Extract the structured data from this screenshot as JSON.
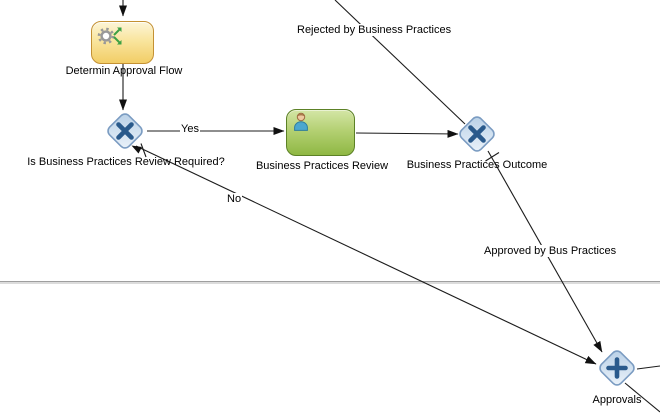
{
  "diagram": {
    "nodes": {
      "determine_approval_flow": {
        "label": "Determin Approval Flow",
        "type": "business-rule-task"
      },
      "is_review_required": {
        "label": "Is Business Practices Review Required?",
        "type": "exclusive-gateway"
      },
      "business_practices_review": {
        "label": "Business Practices Review",
        "type": "user-task"
      },
      "business_practices_outcome": {
        "label": "Business Practices Outcome",
        "type": "exclusive-gateway"
      },
      "approvals": {
        "label": "Approvals",
        "type": "parallel-gateway"
      }
    },
    "flows": {
      "into_determine": {
        "from": "offscreen-top",
        "to": "determine_approval_flow"
      },
      "determine_to_gateway": {
        "from": "determine_approval_flow",
        "to": "is_review_required"
      },
      "yes": {
        "label": "Yes",
        "from": "is_review_required",
        "to": "business_practices_review"
      },
      "no": {
        "label": "No",
        "from": "is_review_required",
        "to": "approvals",
        "default_flow": true
      },
      "review_to_outcome": {
        "from": "business_practices_review",
        "to": "business_practices_outcome"
      },
      "rejected": {
        "label": "Rejected by Business Practices",
        "from": "business_practices_outcome",
        "to": "offscreen-top"
      },
      "approved": {
        "label": "Approved by Bus Practices",
        "from": "business_practices_outcome",
        "to": "approvals",
        "default_flow": true
      },
      "approvals_out_right": {
        "from": "approvals",
        "to": "offscreen-right"
      },
      "approvals_out_bottom": {
        "from": "approvals",
        "to": "offscreen-bottom"
      }
    },
    "colors": {
      "task_yellow_top": "#fdf5d7",
      "task_yellow_bottom": "#f2cd66",
      "task_yellow_border": "#c49133",
      "task_green_top": "#d4e6a6",
      "task_green_bottom": "#8fb843",
      "task_green_border": "#5c8126",
      "gateway_fill_light": "#ecf3fa",
      "gateway_fill_dark": "#b7cfe6",
      "gateway_border": "#7b9cc2",
      "gateway_glyph": "#2a5a8c",
      "connector": "#1c1c1c",
      "lane_divider": "#9f9f9f",
      "gear_icon_gray": "#999999",
      "rule_arrows_green": "#3da144",
      "person_head": "#edc9a0",
      "person_body": "#4ba7cf"
    }
  }
}
